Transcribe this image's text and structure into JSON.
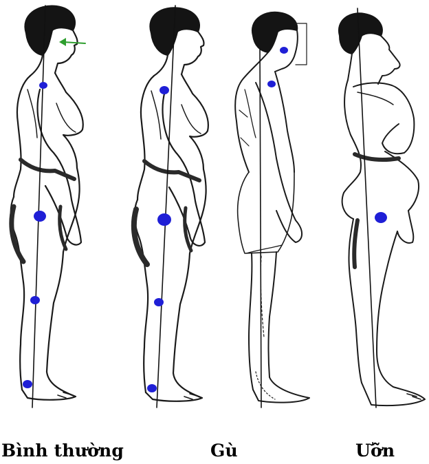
{
  "labels": {
    "normal": "Bình thường",
    "kyphosis": "Gù",
    "lordosis": "Ưỡn"
  },
  "colors": {
    "marker": "#1f1fd6",
    "arrow": "#2e9e2e",
    "line": "#111111",
    "hair": "#141414",
    "skin_outline": "#1a1a1a",
    "shade": "#2a2a2a"
  }
}
